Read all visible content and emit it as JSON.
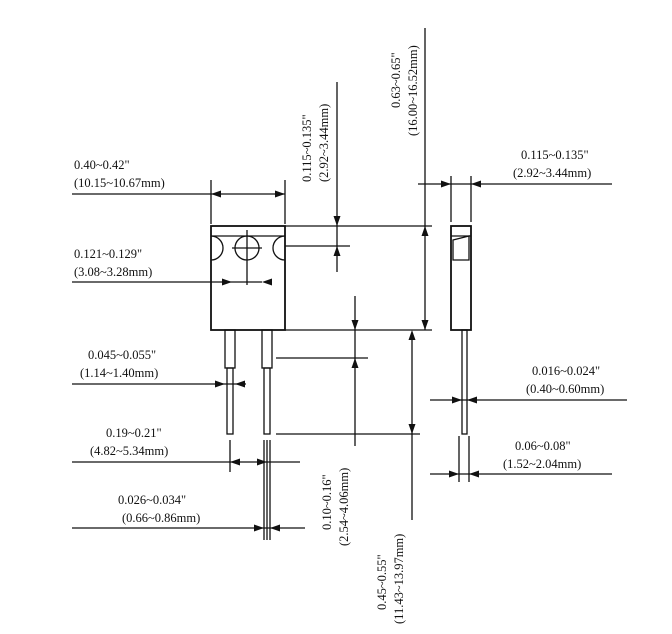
{
  "diagram": {
    "colors": {
      "line": "#111111",
      "background": "#ffffff"
    },
    "dimensions": {
      "body_width": {
        "inch": "0.40~0.42\"",
        "mm": "(10.15~10.67mm)"
      },
      "hole_offset": {
        "inch": "0.121~0.129\"",
        "mm": "(3.08~3.28mm)"
      },
      "lead_width_upper": {
        "inch": "0.045~0.055\"",
        "mm": "(1.14~1.40mm)"
      },
      "lead_pitch": {
        "inch": "0.19~0.21\"",
        "mm": "(4.82~5.34mm)"
      },
      "lead_width_lower": {
        "inch": "0.026~0.034\"",
        "mm": "(0.66~0.86mm)"
      },
      "tab_hole_height": {
        "inch": "0.115~0.135\"",
        "mm": "(2.92~3.44mm)"
      },
      "total_body_height": {
        "inch": "0.63~0.65\"",
        "mm": "(16.00~16.52mm)"
      },
      "standoff": {
        "inch": "0.10~0.16\"",
        "mm": "(2.54~4.06mm)"
      },
      "lead_length": {
        "inch": "0.45~0.55\"",
        "mm": "(11.43~13.97mm)"
      },
      "side_tab_thickness": {
        "inch": "0.115~0.135\"",
        "mm": "(2.92~3.44mm)"
      },
      "lead_thickness": {
        "inch": "0.016~0.024\"",
        "mm": "(0.40~0.60mm)"
      },
      "side_lead_width": {
        "inch": "0.06~0.08\"",
        "mm": "(1.52~2.04mm)"
      }
    }
  }
}
